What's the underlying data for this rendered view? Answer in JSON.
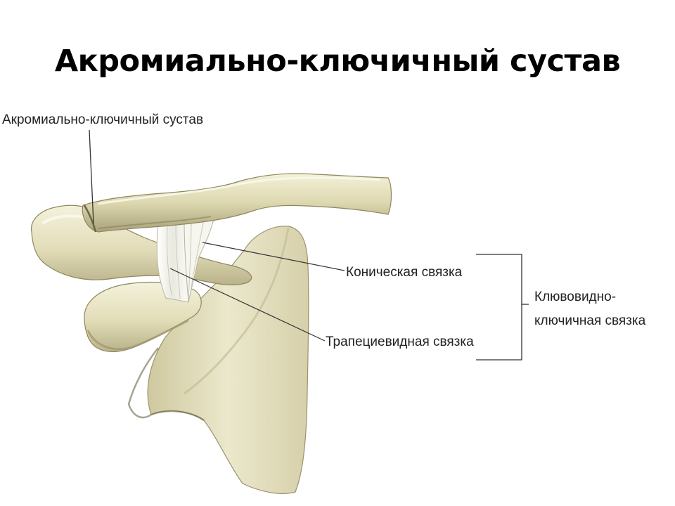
{
  "title": "Акромиально-ключичный сустав",
  "labels": {
    "joint": "Акромиально-ключичный сустав",
    "conoid": "Коническая связка",
    "trapezoid": "Трапециевидная связка",
    "coracoclavicular_line1": "Клювовидно-",
    "coracoclavicular_line2": "ключичная связка"
  },
  "colors": {
    "bone": "#e6e2c2",
    "bone_shadow": "#b8b08a",
    "bone_dark": "#8e875f",
    "ligament": "#f2f2ea",
    "leader": "#333333",
    "text": "#222222"
  }
}
